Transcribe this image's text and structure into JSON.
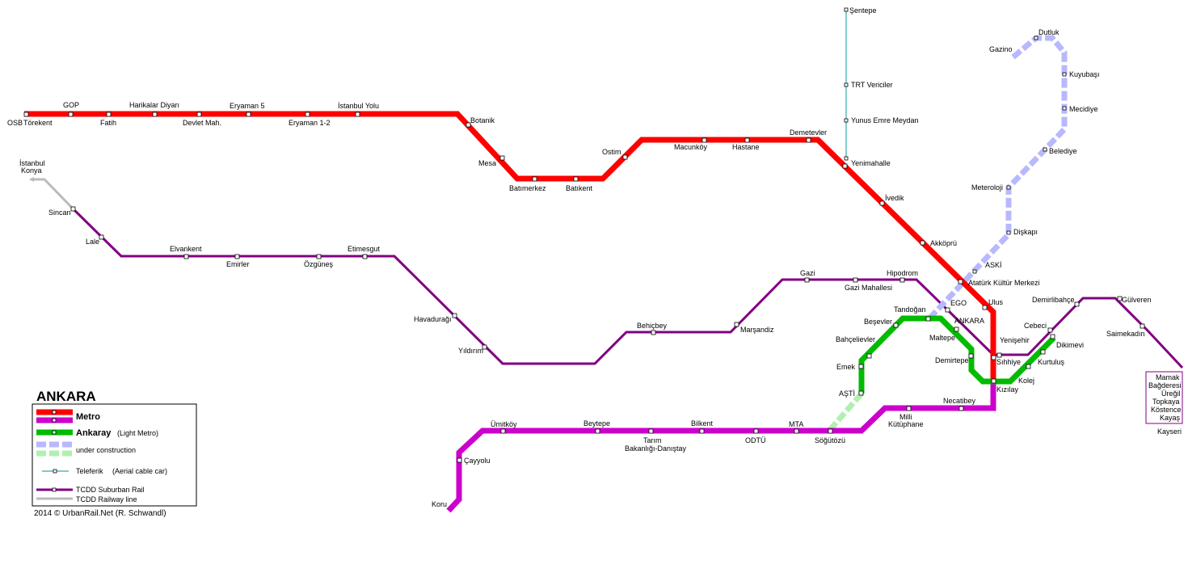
{
  "title": "ANKARA",
  "colors": {
    "metro": "#ff0000",
    "metro_m4": "#cc00cc",
    "ankaray": "#00bb00",
    "metro_uc": "#b8b8ff",
    "ankaray_uc": "#b0f0b0",
    "teleferik": "#33aaaa",
    "suburban": "#800080",
    "railway": "#bbbbbb"
  },
  "stations": {
    "osb": "OSB",
    "torekent": "Törekent",
    "gop": "GOP",
    "fatih": "Fatih",
    "harikalar": "Harikalar Diyarı",
    "devlet": "Devlet Mah.",
    "eryaman5": "Eryaman 5",
    "eryaman12": "Eryaman 1-2",
    "istanbulyolu": "İstanbul Yolu",
    "botanik": "Botanik",
    "mesa": "Mesa",
    "batimerkez": "Batımerkez",
    "batikent": "Batıkent",
    "ostim": "Ostim",
    "macunkoy": "Macunköy",
    "hastane": "Hastane",
    "demetevler": "Demetevler",
    "yenimahalle": "Yenimahalle",
    "ivedik": "İvedik",
    "akkopru": "Akköprü",
    "aski": "ASKİ",
    "akm": "Atatürk Kültür Merkezi",
    "ulus": "Ulus",
    "ego": "EGO",
    "ankara": "ANKARA",
    "yenisehir": "Yenişehir",
    "sihhiye": "Sıhhiye",
    "kizilay": "Kızılay",
    "kolej": "Kolej",
    "kurtulus": "Kurtuluş",
    "dikimevi": "Dikimevi",
    "cebeci": "Cebeci",
    "demirlibahce": "Demirlibahçe",
    "gulveren": "Gülveren",
    "saimekadin": "Saimekadın",
    "mamak": "Mamak",
    "bagderesi": "Bağderesi",
    "uregil": "Üreğil",
    "topkaya": "Topkaya",
    "kostence": "Köstence",
    "kayas": "Kayaş",
    "kayseri": "Kayseri",
    "sentepe": "Şentepe",
    "trt": "TRT Vericiler",
    "yunusemre": "Yunus Emre Meydan",
    "gazino": "Gazino",
    "dutluk": "Dutluk",
    "kuyubasi": "Kuyubaşı",
    "mecidiye": "Mecidiye",
    "belediye": "Belediye",
    "meteroloji": "Meteroloji",
    "diskapi": "Dişkapı",
    "istanbul": "İstanbul",
    "konya": "Konya",
    "sincan": "Sincan",
    "lale": "Lale",
    "elvankent": "Elvankent",
    "emirler": "Emirler",
    "ozgunes": "Özgüneş",
    "etimesgut": "Etimesgut",
    "havadurag": "Havadurağı",
    "yildirim": "Yıldırım",
    "behicbey": "Behiçbey",
    "marsandiz": "Marşandiz",
    "gazi": "Gazi",
    "gazimahallesi": "Gazi Mahallesi",
    "hipodrom": "Hipodrom",
    "tandogan": "Tandoğan",
    "besevler": "Beşevler",
    "bahcelievler": "Bahçelievler",
    "maltepe": "Maltepe",
    "demirtepe": "Demirtepe",
    "emek": "Emek",
    "asti": "AŞTİ",
    "necatibey": "Necatibey",
    "milli": "Milli",
    "kutuphane": "Kütüphane",
    "sogutozu": "Söğütözü",
    "mta": "MTA",
    "odtu": "ODTÜ",
    "bilkent": "Bilkent",
    "tarim": "Tarım",
    "bakanligi": "Bakanlığı-Danıştay",
    "beytepe": "Beytepe",
    "umitkoy": "Ümitköy",
    "cayyolu": "Çayyolu",
    "koru": "Koru"
  },
  "legend": {
    "metro": "Metro",
    "ankaray": "Ankaray",
    "ankaray_sub": "(Light Metro)",
    "uc": "under construction",
    "teleferik": "Teleferik",
    "teleferik_sub": "(Aerial cable car)",
    "suburban": "TCDD Suburban Rail",
    "railway": "TCDD Railway line"
  },
  "credit": "2014  © UrbanRail.Net (R. Schwandl)"
}
